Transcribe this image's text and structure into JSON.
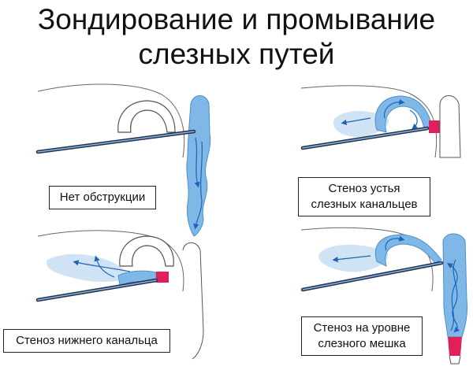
{
  "title": {
    "line1": "Зондирование и промывание",
    "line2": "слезных путей"
  },
  "panels": [
    {
      "label": "Нет обструкции"
    },
    {
      "label_line1": "Стеноз устья",
      "label_line2": "слезных канальцев"
    },
    {
      "label": "Стеноз нижнего канальца"
    },
    {
      "label_line1": "Стеноз на уровне",
      "label_line2": "слезного мешка"
    }
  ],
  "colors": {
    "fluid": "#7fb7e6",
    "fluid_dark": "#4a8fd0",
    "fluid_light": "#cfe3f5",
    "arrow": "#1f63b5",
    "stenosis": "#e0205a",
    "outline": "#555555",
    "probe": "#2a2f4a"
  }
}
